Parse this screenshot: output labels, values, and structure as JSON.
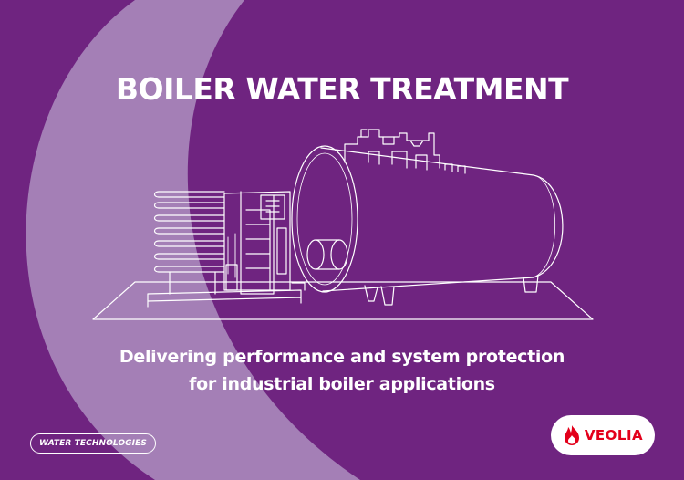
{
  "colors": {
    "background": "#6f2480",
    "swoosh": "#a47fb6",
    "text": "#ffffff",
    "brand_red": "#e3001b"
  },
  "cover": {
    "title": "BOILER WATER TREATMENT",
    "subtitle_line1": "Delivering performance and system protection",
    "subtitle_line2": "for industrial boiler applications",
    "illustration_icon": "industrial-boiler-line-drawing"
  },
  "footer": {
    "division_badge": "WATER TECHNOLOGIES",
    "logo_text": "VEOLIA",
    "logo_icon": "veolia-flame-icon"
  }
}
